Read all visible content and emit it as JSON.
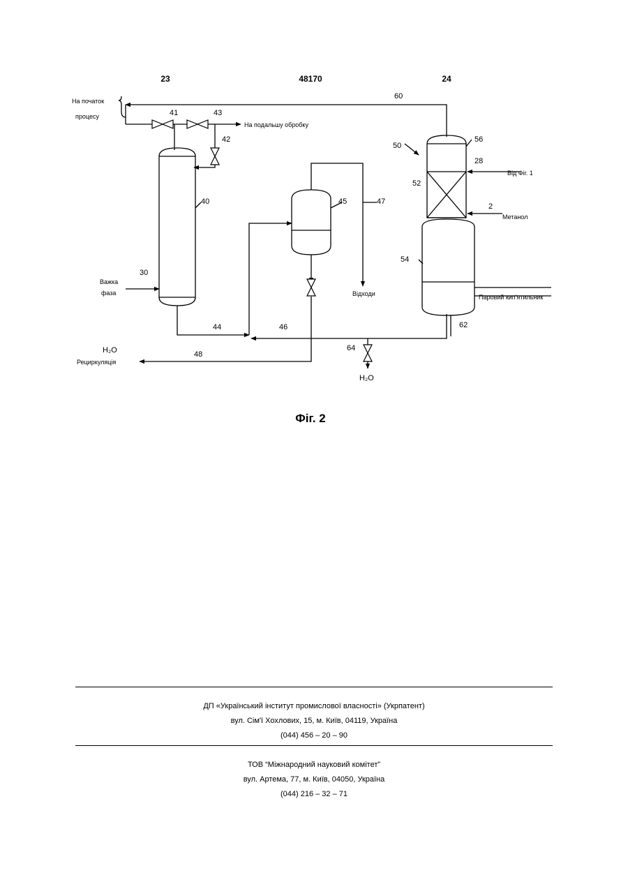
{
  "header": {
    "left": "23",
    "center": "48170",
    "right": "24"
  },
  "labels": {
    "to_start_line1": "На початок",
    "to_start_line2": "процесу",
    "to_further": "На подальшу обробку",
    "heavy_phase_line1": "Важка",
    "heavy_phase_line2": "фаза",
    "waste": "Відходи",
    "water": "H₂O",
    "water_bottom": "H₂O",
    "recirculation": "Рециркуляція",
    "from_fig1": "Від Фіг. 1",
    "methanol": "Метанол",
    "steam_reboiler": "Паровий кип'ятильник"
  },
  "numbers": {
    "n60": "60",
    "n41": "41",
    "n43": "43",
    "n42": "42",
    "n40": "40",
    "n30": "30",
    "n45": "45",
    "n47": "47",
    "n50": "50",
    "n56": "56",
    "n28": "28",
    "n52": "52",
    "n2": "2",
    "n54": "54",
    "n44": "44",
    "n46": "46",
    "n62": "62",
    "n64": "64",
    "n48": "48"
  },
  "caption": "Фіг. 2",
  "footer": {
    "block1": [
      "ДП «Український інститут промислової власності» (Укрпатент)",
      "вул. Сім'ї Хохлових, 15, м. Київ, 04119, Україна",
      "(044) 456 – 20 – 90"
    ],
    "block2": [
      "ТОВ “Міжнародний науковий комітет”",
      "вул. Артема, 77, м. Київ, 04050, Україна",
      "(044) 216 – 32 – 71"
    ]
  }
}
